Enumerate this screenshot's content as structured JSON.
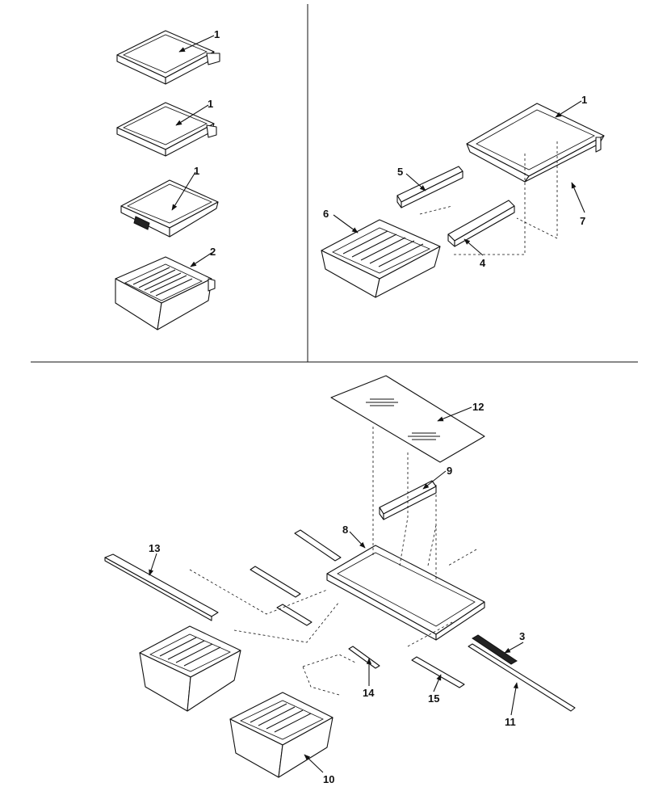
{
  "callouts": {
    "c1a": "1",
    "c1b": "1",
    "c1c": "1",
    "c2": "2",
    "c1d": "1",
    "c5": "5",
    "c6": "6",
    "c7": "7",
    "c4": "4",
    "c12": "12",
    "c9": "9",
    "c8": "8",
    "c13": "13",
    "c3": "3",
    "c14": "14",
    "c15": "15",
    "c11": "11",
    "c10": "10"
  }
}
